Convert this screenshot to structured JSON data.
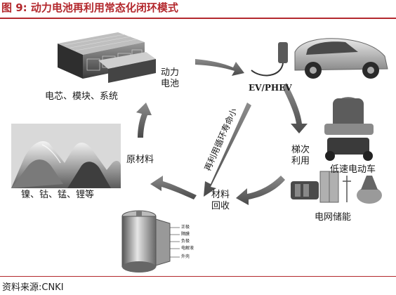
{
  "figure": {
    "title": "图 9:  动力电池再利用常态化闭环模式",
    "source": "资料来源:CNKI"
  },
  "labels": {
    "cells_modules_systems": "电芯、模块、系统",
    "power_battery": "动力电池",
    "ev_phev": "EV/PHEV",
    "cascade_use": "梯次利用",
    "low_speed_ev": "低速电动车",
    "grid_storage": "电网储能",
    "material_recovery": "材料回收",
    "raw_materials": "原材料",
    "metals": "镍、钴、锰、锂等",
    "shorter_cycle": "再利用循环寿命小"
  },
  "cell_cutaway_labels": [
    "正极",
    "隔膜",
    "负极",
    "电解液",
    "外壳"
  ]
}
